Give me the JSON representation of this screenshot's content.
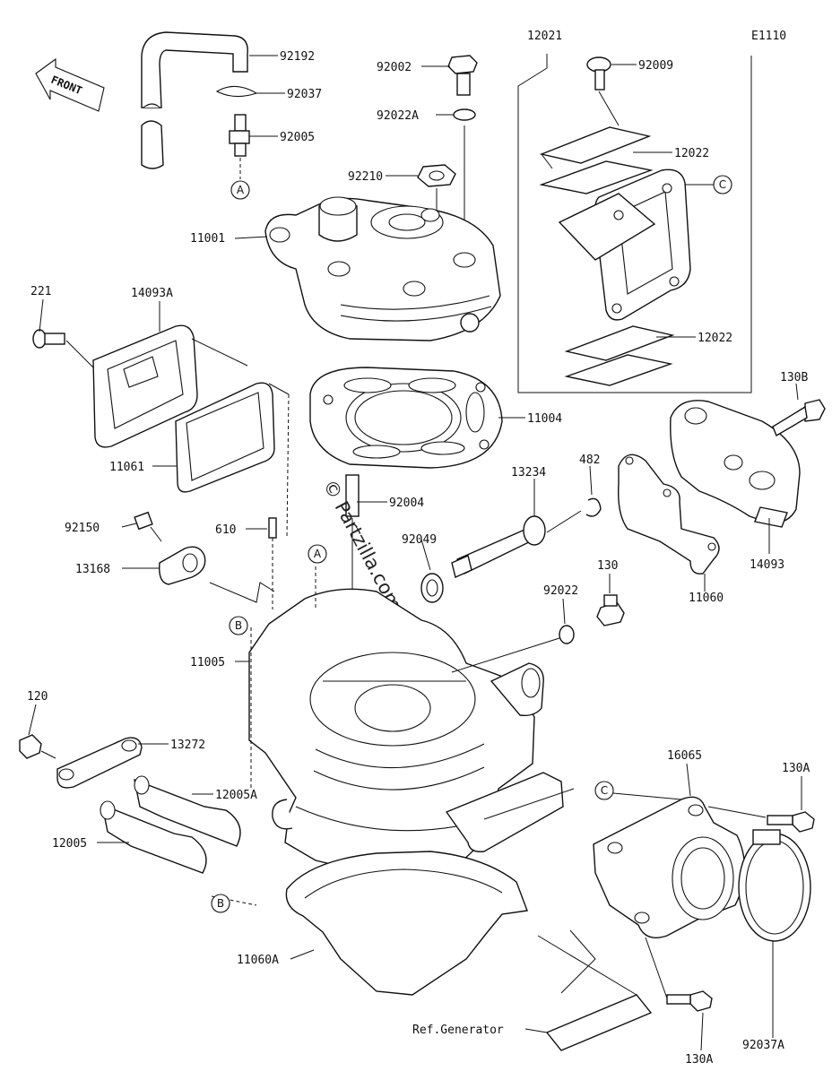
{
  "diagram_code": "E1110",
  "watermark": "© Partzilla.com",
  "front_label": "FRONT",
  "ref_generator": "Ref.Generator",
  "callouts": [
    "92192",
    "92037",
    "92005",
    "92002",
    "92022A",
    "92009",
    "12021",
    "12022",
    "92210",
    "11001",
    "12022",
    "221",
    "14093A",
    "11004",
    "130B",
    "11061",
    "13234",
    "482",
    "92004",
    "92150",
    "610",
    "92049",
    "13168",
    "130",
    "11060",
    "14093",
    "92022",
    "11005",
    "120",
    "13272",
    "12005A",
    "12005",
    "16065",
    "130A",
    "11060A",
    "130A",
    "92037A"
  ],
  "ref_markers": [
    "A",
    "A",
    "B",
    "B",
    "C",
    "C"
  ]
}
